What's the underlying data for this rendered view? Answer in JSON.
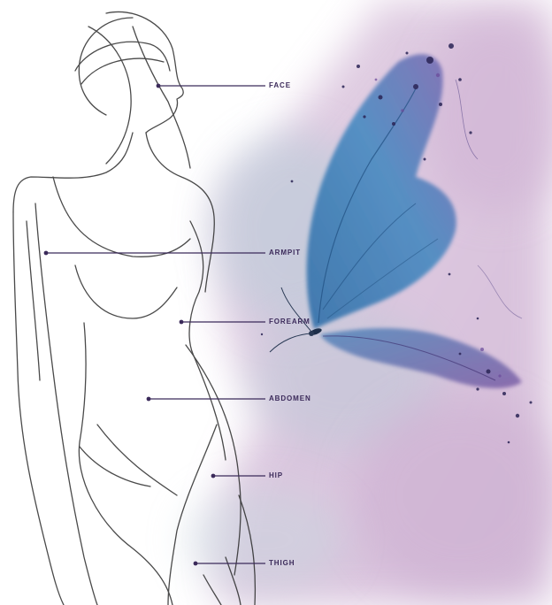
{
  "colors": {
    "line": "#3b2a5a",
    "label": "#3b2a5a",
    "wash_purple": "#c9a8cf",
    "wash_blue": "#9fb9cf",
    "butterfly_blue": "#2f78b4",
    "butterfly_purple": "#5a3f8c",
    "sketch": "#2b2b2b"
  },
  "diagram": {
    "labels": [
      {
        "id": "face",
        "text": "FACE"
      },
      {
        "id": "armpit",
        "text": "ARMPIT"
      },
      {
        "id": "forearm",
        "text": "FOREARM"
      },
      {
        "id": "abdomen",
        "text": "ABDOMEN"
      },
      {
        "id": "hip",
        "text": "HIP"
      },
      {
        "id": "thigh",
        "text": "THIGH"
      }
    ]
  }
}
